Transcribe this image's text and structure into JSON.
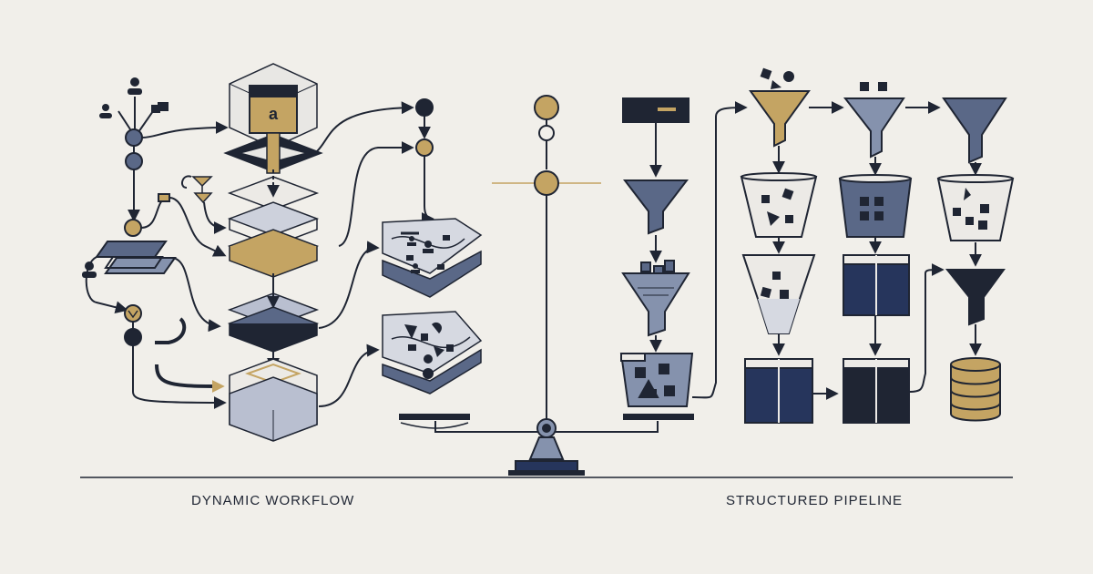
{
  "left_caption": "DYNAMIC WORKFLOW",
  "right_caption": "STRUCTURED PIPELINE",
  "icon_glyph": "a",
  "colors": {
    "background": "#f1efea",
    "navy": "#1f2533",
    "slate": "#5a6887",
    "deep_navy": "#26355c",
    "gold": "#c4a463",
    "pale": "#dfe0e6"
  },
  "icons": [
    "user-icon",
    "funnel-icon",
    "layer-stack-icon",
    "cube-icon",
    "database-icon",
    "balance-scale-icon",
    "arrow-icon"
  ]
}
